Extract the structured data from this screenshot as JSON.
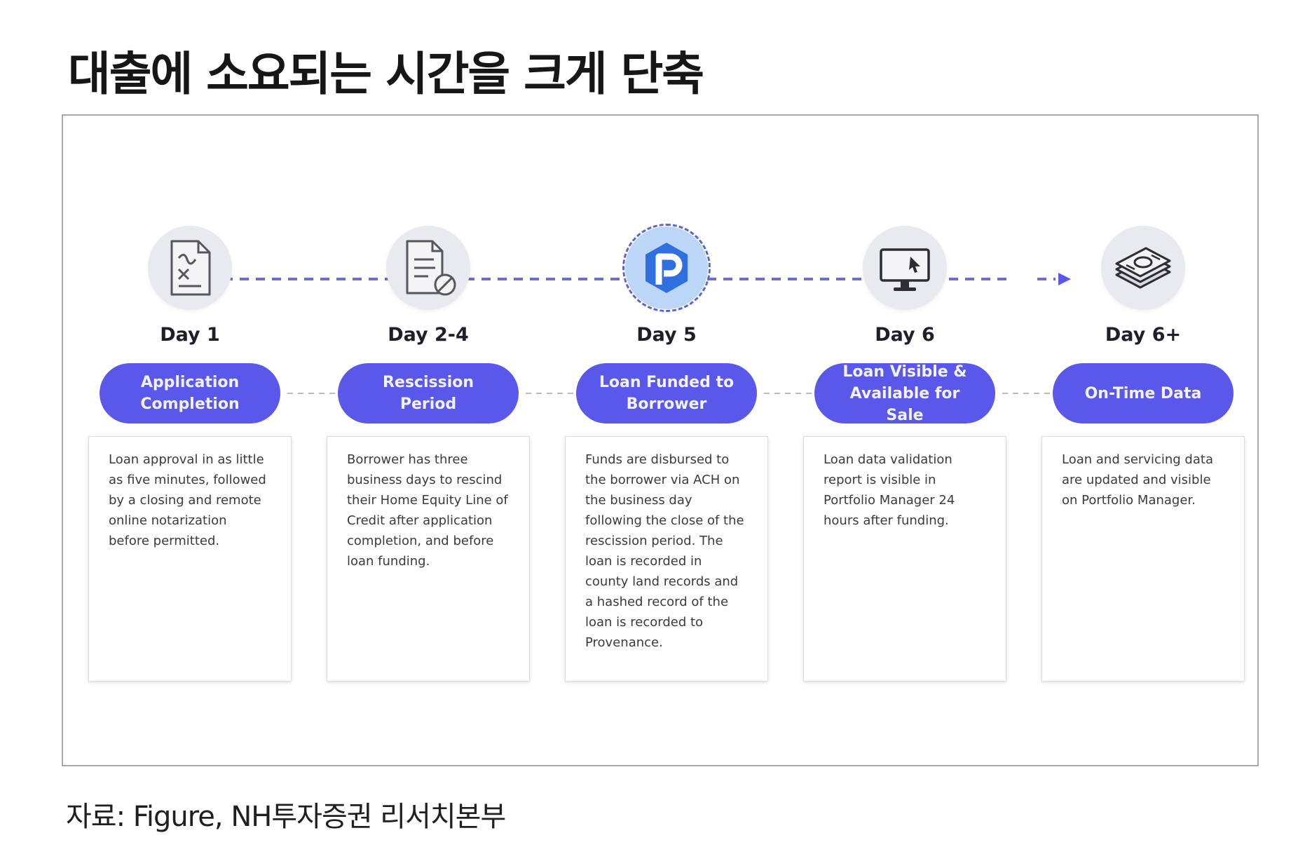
{
  "title": "대출에 소요되는 시간을 크게 단축",
  "source": "자료: Figure, NH투자증권 리서치본부",
  "colors": {
    "accent": "#5a57eb",
    "connector": "#6b6fc9",
    "icon_bg": "#e9eaef",
    "icon_active_bg": "#bcd6f7"
  },
  "steps": [
    {
      "day": "Day 1",
      "title": "Application Completion",
      "description": "Loan approval in as little as five minutes, followed by a closing and remote online notarization before permitted.",
      "icon": "document-signature-icon"
    },
    {
      "day": "Day 2-4",
      "title": "Rescission Period",
      "description": "Borrower has three business days to rescind their Home Equity Line of Credit after application completion, and before loan funding.",
      "icon": "document-cancel-icon"
    },
    {
      "day": "Day 5",
      "title": "Loan Funded to Borrower",
      "description": "Funds are disbursed to the borrower via ACH on the business day following the close of the rescission period. The loan is recorded in county land records and a hashed record of the loan is recorded to Provenance.",
      "icon": "figure-logo-icon"
    },
    {
      "day": "Day 6",
      "title": "Loan Visible & Available for Sale",
      "description": "Loan data validation report is visible in Portfolio Manager 24 hours after funding.",
      "icon": "monitor-cursor-icon"
    },
    {
      "day": "Day 6+",
      "title": "On-Time Data",
      "description": "Loan and servicing data are updated and visible on Portfolio Manager.",
      "icon": "cash-stack-icon"
    }
  ]
}
